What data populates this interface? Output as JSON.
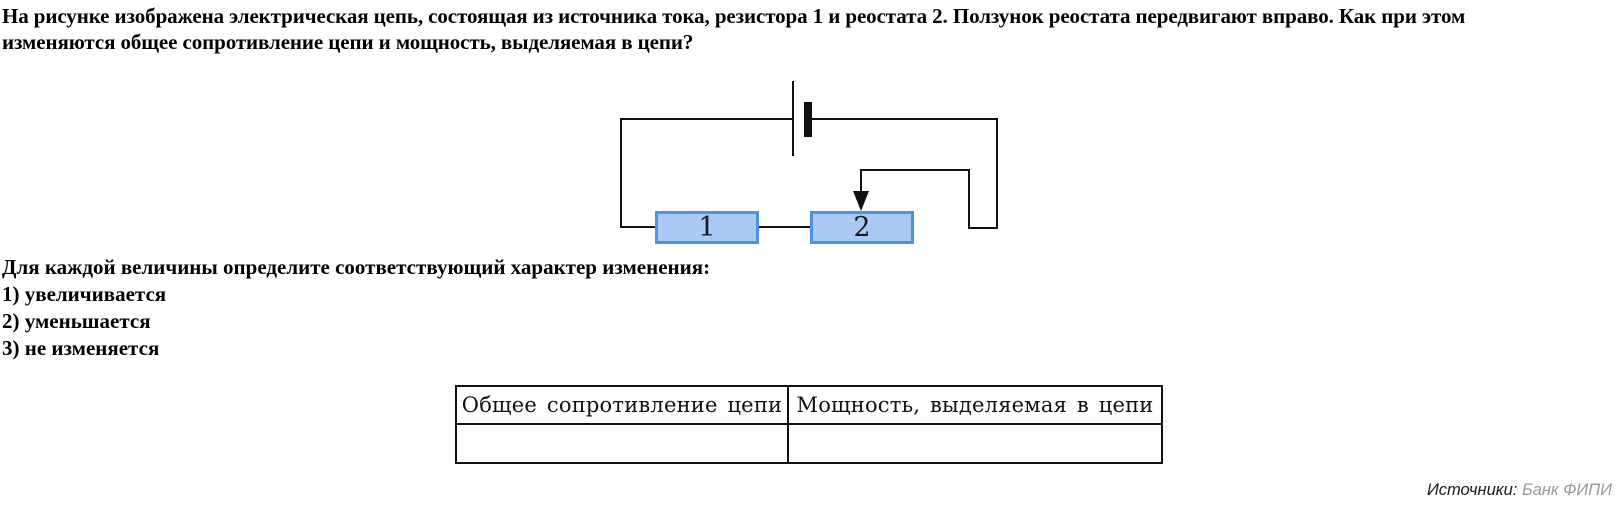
{
  "question": {
    "line1": "На рисунке изображена электрическая цепь, состоящая из источника тока, резистора 1 и реостата 2. Ползунок реостата передвигают вправо. Как при этом",
    "line2": "изменяются общее сопротивление цепи и мощность, выделяемая в цепи?"
  },
  "circuit": {
    "resistor_label": "1",
    "rheostat_label": "2"
  },
  "task": {
    "prompt": "Для каждой величины определите соответствующий характер изменения:",
    "options": [
      "1) увеличивается",
      "2) уменьшается",
      "3) не изменяется"
    ]
  },
  "table": {
    "col1_header": "Общее сопротивление цепи",
    "col2_header": "Мощность, выделяемая в цепи",
    "row": {
      "col1": "",
      "col2": ""
    }
  },
  "source": {
    "label": "Источники:",
    "link": "Банк ФИПИ"
  },
  "colors": {
    "wire": "#111111",
    "box_fill": "#a9caf5",
    "box_border": "#4f90e0",
    "source_link": "#9a9a9a"
  }
}
